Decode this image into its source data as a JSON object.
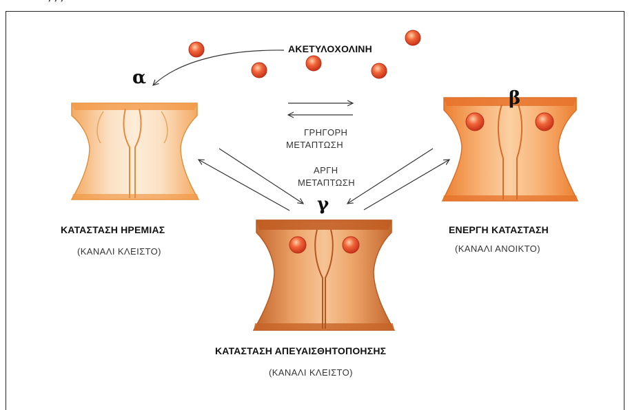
{
  "top_text_fragment": ", , ,",
  "labels": {
    "neurotransmitter": "ΑΚΕΤΥΛΟΧΟΛΙΝΗ",
    "fast_transition_line1": "ΓΡΗΓΟΡΗ",
    "fast_transition_line2": "ΜΕΤΑΠΤΩΣΗ",
    "slow_transition_line1": "ΑΡΓΗ",
    "slow_transition_line2": "ΜΕΤΑΠΤΩΣΗ"
  },
  "states": {
    "alpha": {
      "letter": "α",
      "title": "ΚΑΤΑΣΤΑΣΗ ΗΡΕΜΙΑΣ",
      "subtitle": "(ΚΑΝΑΛΙ ΚΛΕΙΣΤΟ)"
    },
    "beta": {
      "letter": "β",
      "title": "ΕΝΕΡΓΗ ΚΑΤΑΣΤΑΣΗ",
      "subtitle": "(ΚΑΝΑΛΙ ΑΝΟΙΚΤΟ)"
    },
    "gamma": {
      "letter": "γ",
      "title": "ΚΑΤΑΣΤΑΣΗ ΑΠΕΥΑΙΣΘΗΤΟΠΟΗΣΗΣ",
      "subtitle": "(ΚΑΝΑΛΙ ΚΛΕΙΣΤΟ)"
    }
  },
  "colors": {
    "resting_channel": "#f6b26b",
    "active_channel": "#f28a3c",
    "desensitized_channel": "#d67a3a",
    "acetylcholine_ball": "#e8452c"
  }
}
